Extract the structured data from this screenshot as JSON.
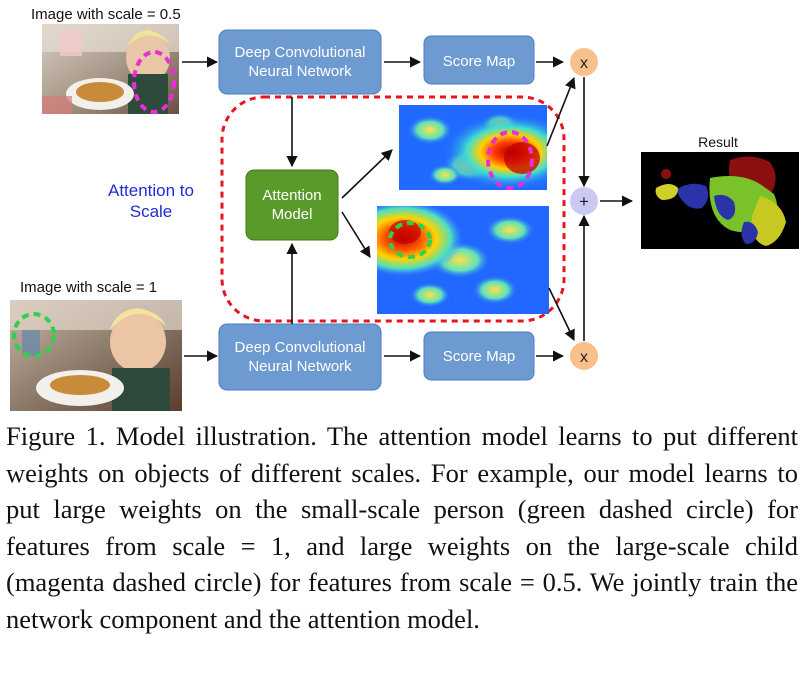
{
  "figure": {
    "top_image_label": "Image with scale = 0.5",
    "bottom_image_label": "Image with scale = 1",
    "dcnn_label_line1": "Deep Convolutional",
    "dcnn_label_line2": "Neural Network",
    "score_map_label": "Score Map",
    "attention_model_line1": "Attention",
    "attention_model_line2": "Model",
    "attention_to_scale_line1": "Attention to",
    "attention_to_scale_line2": "Scale",
    "multiply_symbol": "x",
    "sum_symbol": "+",
    "result_label": "Result"
  },
  "caption": "Figure 1. Model illustration.  The attention model learns to put different weights on objects of different scales. For example, our model learns to put large weights on the small-scale person (green dashed circle) for features from scale = 1, and large weights on the large-scale child (magenta dashed circle) for features from scale = 0.5. We jointly train the network component and the attention model.",
  "colors": {
    "box_blue": "#6d9ad0",
    "attention_green": "#5a9a2a",
    "multiply_orange": "#f8c08a",
    "sum_lavender": "#c9c9f3",
    "attention_dashed_red": "#e8141e",
    "attention_text_blue": "#1f2bd6",
    "magenta_circle": "#e62fd7",
    "green_circle": "#2fd24a"
  }
}
